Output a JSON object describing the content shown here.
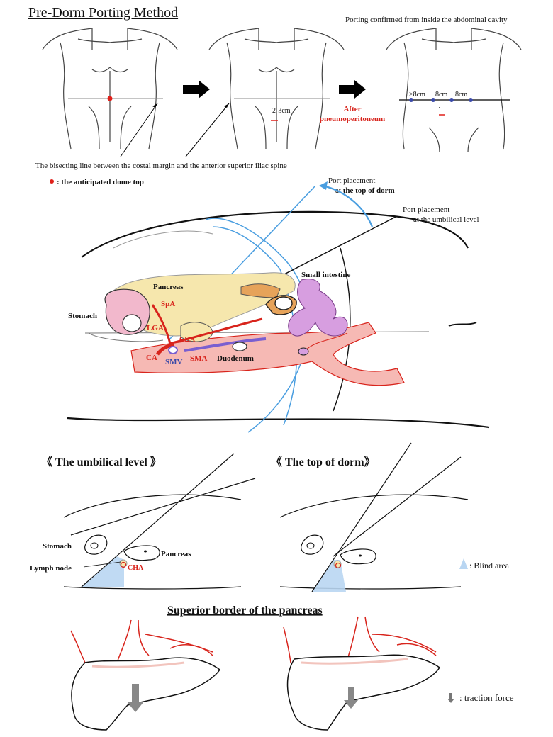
{
  "title": "Pre-Dorm Porting Method",
  "note_top_right": "Porting confirmed from inside the abdominal cavity",
  "measure_2_3cm": "2-3cm",
  "after_label_1": "After",
  "after_label_2": "pneumoperitoneum",
  "dist_1": ">8cm",
  "dist_2": "8cm",
  "dist_3": "8cm",
  "bisecting_caption": "The bisecting line between the costal margin and the anterior superior iliac spine",
  "legend_dot_label": ": the anticipated dome top",
  "port_top_1": "Port placement",
  "port_top_2_prefix": "at ",
  "port_top_2_bold": "the top of dorm",
  "port_umb_1": "Port placement",
  "port_umb_2": "at the umbilical level",
  "labels": {
    "pancreas": "Pancreas",
    "stomach": "Stomach",
    "small_intestine": "Small intestine",
    "spa": "SpA",
    "lga": "LGA",
    "cha": "CHA",
    "ca": "CA",
    "smv": "SMV",
    "sma": "SMA",
    "duodenum": "Duodenum"
  },
  "umbilical_title": "《 The umbilical level 》",
  "dorm_title": "《 The top of dorm》",
  "lower_labels": {
    "stomach": "Stomach",
    "pancreas": "Pancreas",
    "lymph_node": "Lymph node",
    "cha": "CHA"
  },
  "blind_area_label": ": Blind area",
  "superior_border_title": "Superior border of the pancreas",
  "traction_label": ": traction force",
  "colors": {
    "red": "#d8241c",
    "blue_line": "#4a9ee0",
    "blind_area": "#b9d6f2",
    "pancreas_fill": "#f6e7ad",
    "vessel_pink": "#f6b9b4",
    "intestine": "#d79ee0",
    "smv_purple": "#7a5fd0"
  }
}
